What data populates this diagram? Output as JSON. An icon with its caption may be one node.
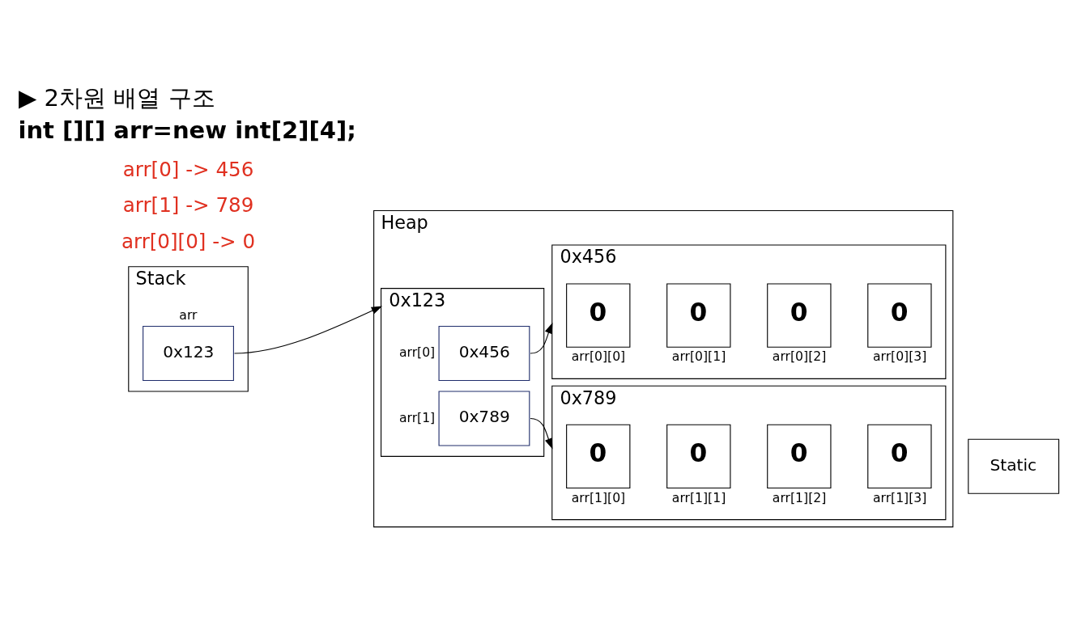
{
  "diagram": {
    "title": "▶ 2차원 배열 구조",
    "nodes": [
      {
        "text": [
          "Stack"
        ]
      },
      {
        "text": [
          "Heap"
        ]
      },
      {
        "text": [
          "Static"
        ]
      },
      {
        "text": [
          "0x123"
        ],
        "beside": [
          "arr"
        ],
        "in": 0
      },
      {
        "text": [],
        "shape": "box",
        "beside": [
          "0x123"
        ],
        "in": 1
      },
      {
        "text": [
          "0x456"
        ],
        "beside": [
          "arr[0]"
        ],
        "in": 4
      },
      {
        "text": [
          "0x789"
        ],
        "beside": [
          "arr[1]"
        ],
        "in": 4
      },
      {
        "text": [],
        "shape": "box",
        "beside": [
          "0x456"
        ],
        "in": 1
      },
      {
        "text": [
          "0"
        ],
        "beside": [
          "arr[0][0]"
        ],
        "in": 7
      },
      {
        "text": [
          "0"
        ],
        "beside": [
          "arr[0][1]"
        ],
        "in": 7
      },
      {
        "text": [
          "0"
        ],
        "beside": [
          "arr[0][2]"
        ],
        "in": 7
      },
      {
        "text": [
          "0"
        ],
        "beside": [
          "arr[0][3]"
        ],
        "in": 7
      },
      {
        "text": [],
        "shape": "box",
        "beside": [
          "0x789"
        ],
        "in": 1
      },
      {
        "text": [
          "0"
        ],
        "beside": [
          "arr[1][0]"
        ],
        "in": 12
      },
      {
        "text": [
          "0"
        ],
        "beside": [
          "arr[1][1]"
        ],
        "in": 12
      },
      {
        "text": [
          "0"
        ],
        "beside": [
          "arr[1][2]"
        ],
        "in": 12
      },
      {
        "text": [
          "0"
        ],
        "beside": [
          "arr[1][3]"
        ],
        "in": 12
      }
    ],
    "edges": [
      {
        "from": 3,
        "to": 4,
        "arrow": "to"
      },
      {
        "from": 5,
        "to": 7,
        "arrow": "to"
      },
      {
        "from": 6,
        "to": 12,
        "arrow": "to"
      }
    ],
    "labels": [
      "arr[0] -> 456",
      "arr[1] -> 789",
      "arr[0][0] -> 0",
      "int [][] arr=new int[2][4];"
    ]
  }
}
